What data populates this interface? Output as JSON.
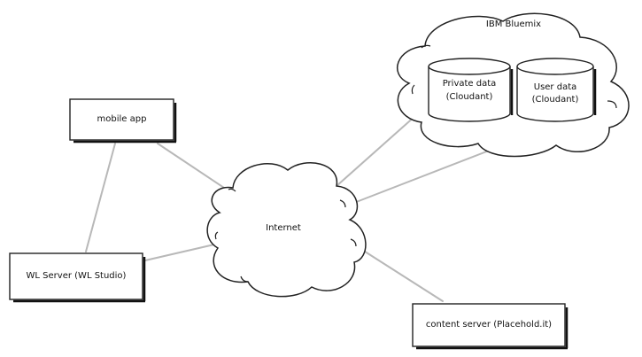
{
  "nodes": {
    "mobile_app": "mobile app",
    "wl_server": "WL Server (WL Studio)",
    "internet": "Internet",
    "bluemix": "IBM Bluemix",
    "private_data_line1": "Private data",
    "private_data_line2": "(Cloudant)",
    "user_data_line1": "User data",
    "user_data_line2": "(Cloudant)",
    "content_server": "content server (Placehold.it)"
  },
  "colors": {
    "stroke": "#222222",
    "connector": "#b8b8b8",
    "shadow": "#111111"
  }
}
